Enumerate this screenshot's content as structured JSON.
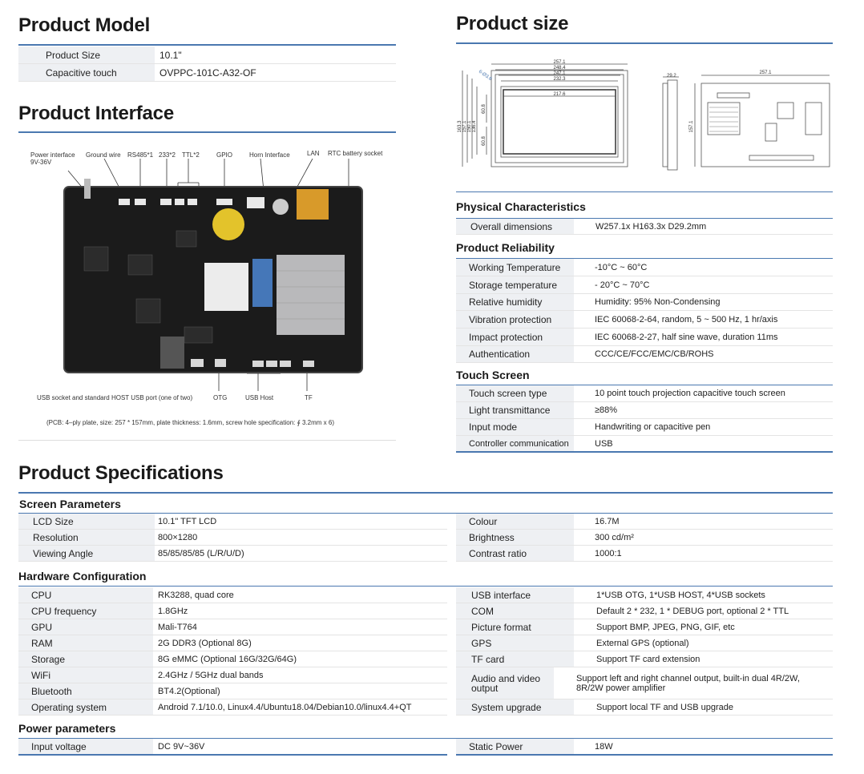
{
  "product_model": {
    "title": "Product Model",
    "rows": [
      {
        "key": "Product Size",
        "value": "10.1\""
      },
      {
        "key": "Capacitive touch",
        "value": "OVPPC-101C-A32-OF"
      }
    ]
  },
  "product_interface": {
    "title": "Product Interface",
    "callouts": {
      "power": "Power interface\n9V-36V",
      "ground": "Ground wire",
      "rs485": "RS485*1",
      "rs232": "233*2",
      "ttl": "TTL*2",
      "gpio": "GPIO",
      "horn": "Horn Interface",
      "lan": "LAN",
      "rtc": "RTC battery socket",
      "usb_socket": "USB socket and standard HOST USB port (one of two)",
      "otg": "OTG",
      "usb_host": "USB Host",
      "tf": "TF"
    },
    "pcb_note": "(PCB: 4–ply plate, size: 257 * 157mm, plate thickness: 1.6mm, screw hole specification: ∮ 3.2mm x 6)"
  },
  "product_size": {
    "title": "Product size",
    "dims_front_top": [
      "257.1",
      "248.4",
      "247.1",
      "232.3",
      "217.6"
    ],
    "dims_front_left": [
      "163.3",
      "157.1",
      "150.1",
      "136.4",
      "60.8",
      "60.8"
    ],
    "dim_corner": "6-Ø3.8",
    "dim_side": "29.2",
    "dim_back_top": "257.1",
    "dim_back_left": "157.1"
  },
  "physical": {
    "title": "Physical Characteristics",
    "rows": [
      {
        "key": "Overall dimensions",
        "value": "W257.1x H163.3x D29.2mm"
      }
    ]
  },
  "reliability": {
    "title": "Product Reliability",
    "rows": [
      {
        "key": "Working Temperature",
        "value": "-10°C ~ 60°C"
      },
      {
        "key": "Storage temperature",
        "value": "- 20°C ~ 70°C"
      },
      {
        "key": "Relative humidity",
        "value": "Humidity: 95% Non-Condensing"
      },
      {
        "key": "Vibration protection",
        "value": "IEC 60068-2-64, random, 5 ~ 500 Hz, 1 hr/axis"
      },
      {
        "key": "Impact protection",
        "value": "IEC 60068-2-27, half sine wave, duration 11ms"
      },
      {
        "key": "Authentication",
        "value": "CCC/CE/FCC/EMC/CB/ROHS"
      }
    ]
  },
  "touch": {
    "title": "Touch Screen",
    "rows": [
      {
        "key": "Touch screen type",
        "value": "10 point touch projection capacitive touch screen"
      },
      {
        "key": "Light transmittance",
        "value": "≥88%"
      },
      {
        "key": "Input mode",
        "value": "Handwriting or capacitive pen"
      },
      {
        "key": "Controller communication",
        "value": "USB"
      }
    ]
  },
  "specs": {
    "title": "Product Specifications",
    "screen": {
      "title": "Screen Parameters",
      "left": [
        {
          "key": "LCD Size",
          "value": "10.1\" TFT LCD"
        },
        {
          "key": "Resolution",
          "value": "800×1280"
        },
        {
          "key": "Viewing Angle",
          "value": "85/85/85/85 (L/R/U/D)"
        }
      ],
      "right": [
        {
          "key": "Colour",
          "value": "16.7M"
        },
        {
          "key": "Brightness",
          "value": "300 cd/m²"
        },
        {
          "key": "Contrast ratio",
          "value": "1000:1"
        }
      ]
    },
    "hardware": {
      "title": "Hardware Configuration",
      "left": [
        {
          "key": "CPU",
          "value": "RK3288, quad core"
        },
        {
          "key": "CPU frequency",
          "value": "1.8GHz"
        },
        {
          "key": "GPU",
          "value": "Mali-T764"
        },
        {
          "key": "RAM",
          "value": "2G DDR3 (Optional 8G)"
        },
        {
          "key": "Storage",
          "value": "8G eMMC (Optional 16G/32G/64G)"
        },
        {
          "key": "WiFi",
          "value": "2.4GHz / 5GHz dual bands"
        },
        {
          "key": "Bluetooth",
          "value": "BT4.2(Optional)"
        },
        {
          "key": "Operating system",
          "value": "Android 7.1/10.0, Linux4.4/Ubuntu18.04/Debian10.0/linux4.4+QT"
        }
      ],
      "right": [
        {
          "key": "USB interface",
          "value": "1*USB OTG, 1*USB HOST, 4*USB sockets"
        },
        {
          "key": "COM",
          "value": "Default 2 * 232, 1 * DEBUG port, optional 2 * TTL"
        },
        {
          "key": "Picture format",
          "value": "Support BMP, JPEG, PNG, GIF, etc"
        },
        {
          "key": "GPS",
          "value": "External GPS (optional)"
        },
        {
          "key": "TF card",
          "value": "Support TF card extension"
        },
        {
          "key": "Audio and video output",
          "value": "Support left and right channel output, built-in dual 4R/2W, 8R/2W power amplifier"
        },
        {
          "key": "System upgrade",
          "value": "Support local TF and USB upgrade"
        }
      ]
    },
    "power": {
      "title": "Power parameters",
      "left": [
        {
          "key": "Input voltage",
          "value": "DC 9V~36V"
        }
      ],
      "right": [
        {
          "key": "Static Power",
          "value": "18W"
        }
      ]
    }
  }
}
